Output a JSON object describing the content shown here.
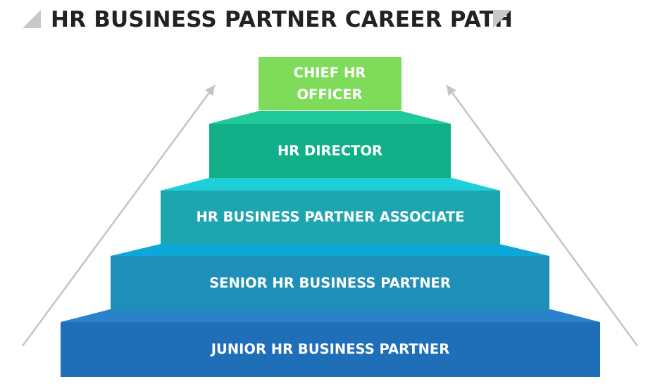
{
  "title": "HR BUSINESS PARTNER CAREER PATH",
  "colors": {
    "title": "#222222",
    "corner": "#c8c8c8",
    "arrow": "#c4c4c4"
  },
  "steps": [
    {
      "label": "JUNIOR HR BUSINESS PARTNER",
      "face": "#1e6fb8",
      "top": "#2b82cc"
    },
    {
      "label": "SENIOR HR BUSINESS PARTNER",
      "face": "#1e8fb8",
      "top": "#0ea8d8"
    },
    {
      "label": "HR BUSINESS PARTNER ASSOCIATE",
      "face": "#1ea6b0",
      "top": "#1ecfd9"
    },
    {
      "label": "HR DIRECTOR",
      "face": "#12b088",
      "top": "#20c99a"
    },
    {
      "label": "CHIEF HR OFFICER",
      "face": "#7fdc5a",
      "top": "#9be870"
    }
  ]
}
